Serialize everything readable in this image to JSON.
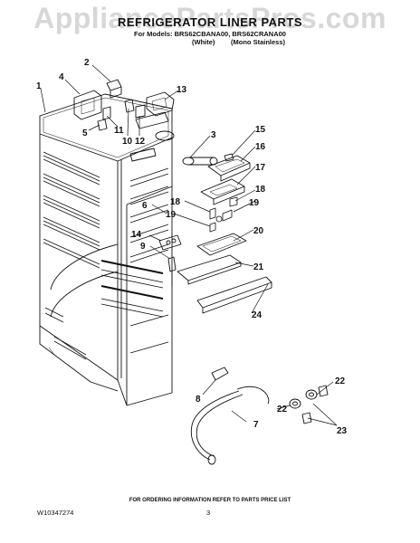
{
  "watermark": "AppliancePartsPros.com",
  "header": {
    "title": "REFRIGERATOR LINER PARTS",
    "models": "For Models: BRS62CBANA00, BRS62CRANA00",
    "variant_white": "(White)",
    "variant_mono": "(Mono Stainless)"
  },
  "callouts": [
    "1",
    "2",
    "3",
    "4",
    "5",
    "6",
    "7",
    "8",
    "9",
    "10",
    "11",
    "12",
    "13",
    "14",
    "15",
    "16",
    "17",
    "18",
    "18",
    "19",
    "19",
    "20",
    "21",
    "22",
    "22",
    "23",
    "24"
  ],
  "footer": {
    "ordering_info": "FOR ORDERING INFORMATION REFER TO PARTS PRICE LIST",
    "doc_number": "W10347274",
    "page_number": "3"
  }
}
